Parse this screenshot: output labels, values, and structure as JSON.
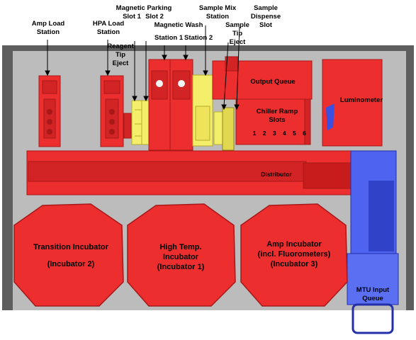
{
  "labels": {
    "amp_load": [
      "Amp Load",
      "Station"
    ],
    "hpa_load": [
      "HPA Load",
      "Station"
    ],
    "reagent_tip": [
      "Reagent",
      "Tip",
      "Eject"
    ],
    "mag_parking": [
      "Magnetic Parking",
      "Slot 1",
      "Slot 2"
    ],
    "mag_wash": [
      "Magnetic Wash",
      "Station 1",
      "Station 2"
    ],
    "sample_mix": [
      "Sample Mix",
      "Station"
    ],
    "sample_tip": [
      "Sample",
      "Tip",
      "Eject"
    ],
    "sample_dispense": [
      "Sample",
      "Dispense",
      "Slot"
    ],
    "output_queue": "Output Queue",
    "luminometer": "Luminometer",
    "chiller": [
      "Chiller Ramp",
      "Slots"
    ],
    "chiller_numbers": "1 2 3 4 5 6",
    "distributor": "Distributor",
    "mtu_input": [
      "MTU Input",
      "Queue"
    ]
  },
  "incubators": [
    {
      "name": "Transition Incubator",
      "sub": "(Incubator 2)"
    },
    {
      "name": "High Temp.",
      "name2": "Incubator",
      "sub": "(Incubator 1)"
    },
    {
      "name": "Amp Incubator",
      "name2": "(incl. Fluorometers)",
      "sub": "(Incubator 3)"
    }
  ],
  "colors": {
    "panel": "#bcbcbc",
    "frame": "#5e5e5e",
    "red": "#ec2e2e",
    "red_dark": "#a81818",
    "yellow": "#f4ef6a",
    "blue": "#4e63f0",
    "blue_dark": "#2330a8"
  }
}
